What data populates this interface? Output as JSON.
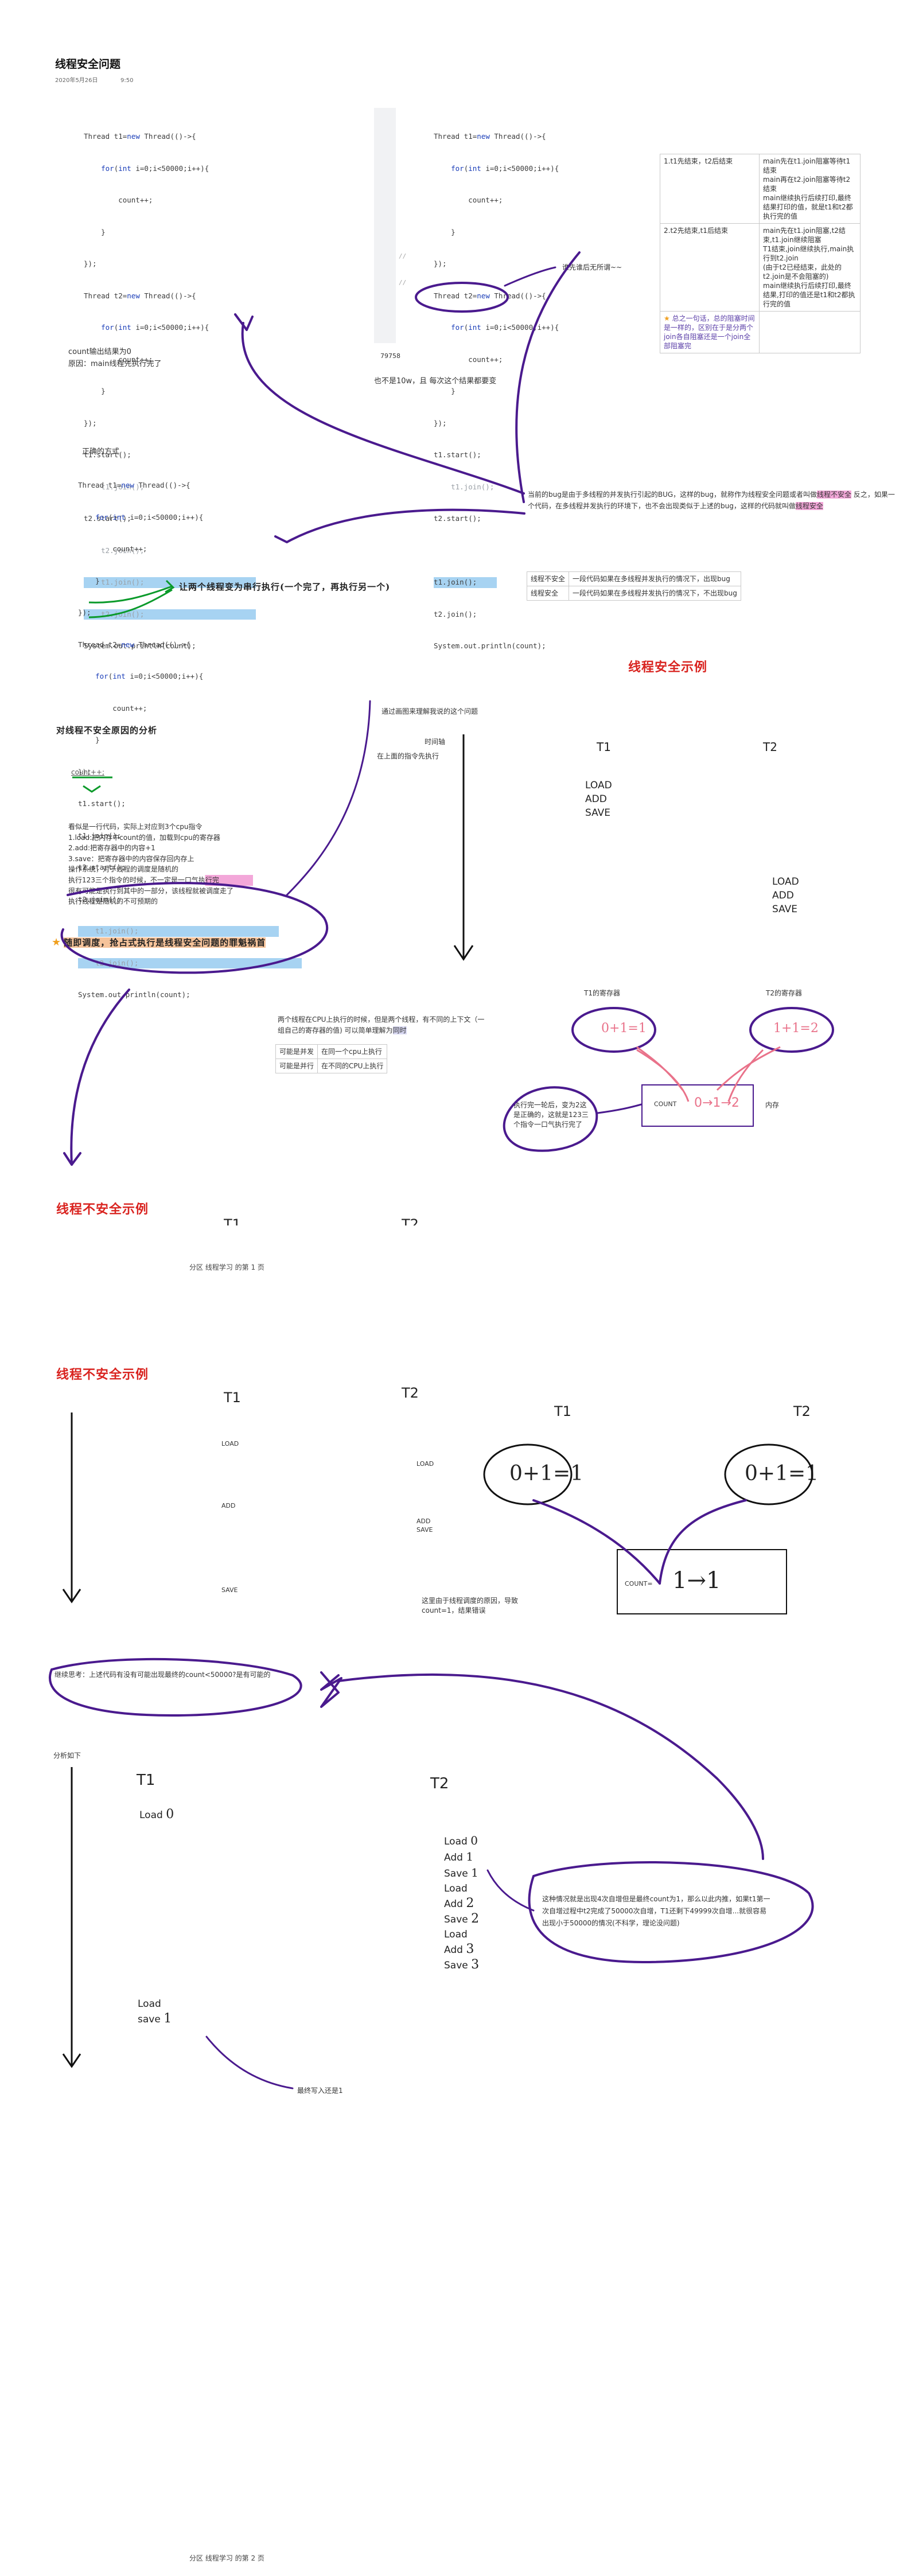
{
  "header": {
    "title": "线程安全问题",
    "date": "2020年5月26日",
    "time": "9:50"
  },
  "code1": {
    "lines": [
      "Thread t1=new Thread(()->{",
      "    for(int i=0;i<50000;i++){",
      "        count++;",
      "    }",
      "});",
      "Thread t2=new Thread(()->{",
      "    for(int i=0;i<50000;i++){",
      "        count++;",
      "    }",
      "});",
      "t1.start();",
      "    t1.join();",
      "t2.start();",
      "    t2.join();",
      "    t1.join();",
      "    t2.join();",
      "System.out.println(count);"
    ]
  },
  "note1": {
    "line1": "count输出结果为0",
    "line2": "原因：main线程先执行完了"
  },
  "code2": {
    "lines": [
      "Thread t1=new Thread(()->{",
      "    for(int i=0;i<50000;i++){",
      "        count++;",
      "    }",
      "});",
      "Thread t2=new Thread(()->{",
      "    for(int i=0;i<50000;i++){",
      "        count++;",
      "    }",
      "});",
      "t1.start();",
      "    t1.join();",
      "t2.start();",
      "",
      "t1.join();",
      "t2.join();",
      "System.out.println(count);"
    ],
    "gutter_marks": [
      "//",
      "//"
    ],
    "output": "79758",
    "annotation": "谁先谁后无所谓~~",
    "note": "也不是10w，且 每次这个结果都要变"
  },
  "join_table": {
    "rows": [
      {
        "left": "1.t1先结束，t2后结束",
        "right": "main先在t1.join阻塞等待t1结束\nmain再在t2.join阻塞等待t2结束\nmain继续执行后续打印,最终结果打印的值，就是t1和t2都执行完的值"
      },
      {
        "left": "2.t2先结束,t1后结束",
        "right": "main先在t1.join阻塞,t2结束,t1.join继续阻塞\nT1结束,join继续执行,main执行到t2.join\n(由于t2已经结束，此处的t2.join是不会阻塞的)\nmain继续执行后续打印,最终结果,打印的值还是t1和t2都执行完的值"
      }
    ],
    "tip": "总之一句话，总的阻塞时间是一样的，区别在于是分两个join各自阻塞还是一个join全部阻塞完"
  },
  "code3": {
    "heading": "正确的方式",
    "lines": [
      "Thread t1=new Thread(()->{",
      "    for(int i=0;i<50000;i++){",
      "        count++;",
      "    }",
      "});",
      "Thread t2=new Thread(()->{",
      "    for(int i=0;i<50000;i++){",
      "        count++;",
      "    }",
      "});",
      "t1.start();",
      "t1.join();",
      "t2.start();",
      "t2.join();",
      "    t1.join();",
      "    t2.join();",
      "System.out.println(count);"
    ],
    "annotation": "让两个线程变为串行执行(一个完了，再执行另一个)"
  },
  "definition": {
    "text_a": "当前的bug是由于多线程的并发执行引起的BUG，这样的bug，就称作为线程安全问题或者叫做",
    "hl_a": "线程不安全",
    "text_b": "反之，如果一个代码，在多线程并发执行的环境下，也不会出现类似于上述的bug，这样的代码就叫做",
    "hl_b": "线程安全"
  },
  "safety_table": {
    "rows": [
      {
        "term": "线程不安全",
        "desc": "一段代码如果在多线程并发执行的情况下，出现bug"
      },
      {
        "term": "线程安全",
        "desc": "一段代码如果在多线程并发执行的情况下，不出现bug"
      }
    ]
  },
  "safe_example_title": "线程安全示例",
  "analysis": {
    "title": "对线程不安全原因的分析",
    "count_expr": "count++;",
    "lines": [
      "看似是一行代码，实际上对应到3个cpu指令",
      "1.load:把内存中count的值，加载到cpu的寄存器",
      "2.add:把寄存器中的内容+1",
      "3.save：把寄存器中的内容保存回内存上",
      "操作系统，对于线程的调度是随机的",
      "执行123三个指令的时候，不一定是一口气执行完",
      "很有可能是执行到其中的一部分，该线程就被调度走了",
      "执行线程是随机的不可预期的"
    ],
    "hl_text": "一口气执行完",
    "root_cause": "随即调度，抢占式执行是线程安全问题的罪魁祸首"
  },
  "timeline": {
    "caption": "通过画图来理解我说的这个问题",
    "axis_label": "时间轴",
    "axis_sub": "在上面的指令先执行",
    "t1": "T1",
    "t2": "T2",
    "t1_instr": [
      "LOAD",
      "ADD",
      "SAVE"
    ],
    "t2_instr": [
      "LOAD",
      "ADD",
      "SAVE"
    ]
  },
  "cpu_table": {
    "intro": "两个线程在CPU上执行的时候，但是两个线程，有不同的上下文（一组自己的寄存器的值) 可以简单理解为",
    "intro_hl": "同时",
    "rows": [
      {
        "a": "可能是并发",
        "b": "在同一个cpu上执行"
      },
      {
        "a": "可能是并行",
        "b": "在不同的CPU上执行"
      }
    ]
  },
  "register_diagram": {
    "t1_label": "T1的寄存器",
    "t2_label": "T2的寄存器",
    "t1_value": "0+1=1",
    "t2_value": "1+1=2",
    "count_label": "COUNT",
    "count_values": "0→1→2",
    "memory_label": "内存",
    "note": "执行完一轮后，变为2这是正确的，这就是123三个指令一口气执行完了"
  },
  "unsafe_example_title": "线程不安全示例",
  "page_footer_1": "分区 线程学习 的第 1 页",
  "page2": {
    "title": "线程不安全示例",
    "t1": "T1",
    "t2": "T2",
    "t1_ops": [
      "LOAD",
      "ADD",
      "SAVE"
    ],
    "t2_ops": [
      "LOAD",
      "ADD\nSAVE"
    ],
    "diagram_t1": "T1",
    "diagram_t2": "T2",
    "diagram_t1_val": "0+1=1",
    "diagram_t2_val": "0+1=1",
    "count_label": "COUNT=",
    "count_val": "1→1",
    "note": "这里由于线程调度的原因，导致count=1，结果错误",
    "question": "继续思考：上述代码有没有可能出现最终的count<50000?是有可能的",
    "analysis_label": "分析如下",
    "t1_b": "T1",
    "t2_b": "T2",
    "t1_load": "Load",
    "t1_load_val": "0",
    "t2_ops_b": [
      "Load",
      "Add",
      "Save",
      "Load",
      "Add",
      "Save",
      "Load",
      "Add",
      "Save"
    ],
    "t2_vals_b": [
      "0",
      "1",
      "1",
      "",
      "2",
      "2",
      "",
      "3",
      "3"
    ],
    "t1_load_b": "Load",
    "t1_save_b": "save",
    "t1_save_val": "1",
    "final_note": "最终写入还是1",
    "explain": "这种情况就是出现4次自增但是最终count为1，那么以此内推，如果t1第一次自增过程中t2完成了50000次自增，T1还剩下49999次自增...就很容易出现小于50000的情况(不科学，理论没问题)"
  },
  "page_footer_2": "分区 线程学习 的第 2 页"
}
